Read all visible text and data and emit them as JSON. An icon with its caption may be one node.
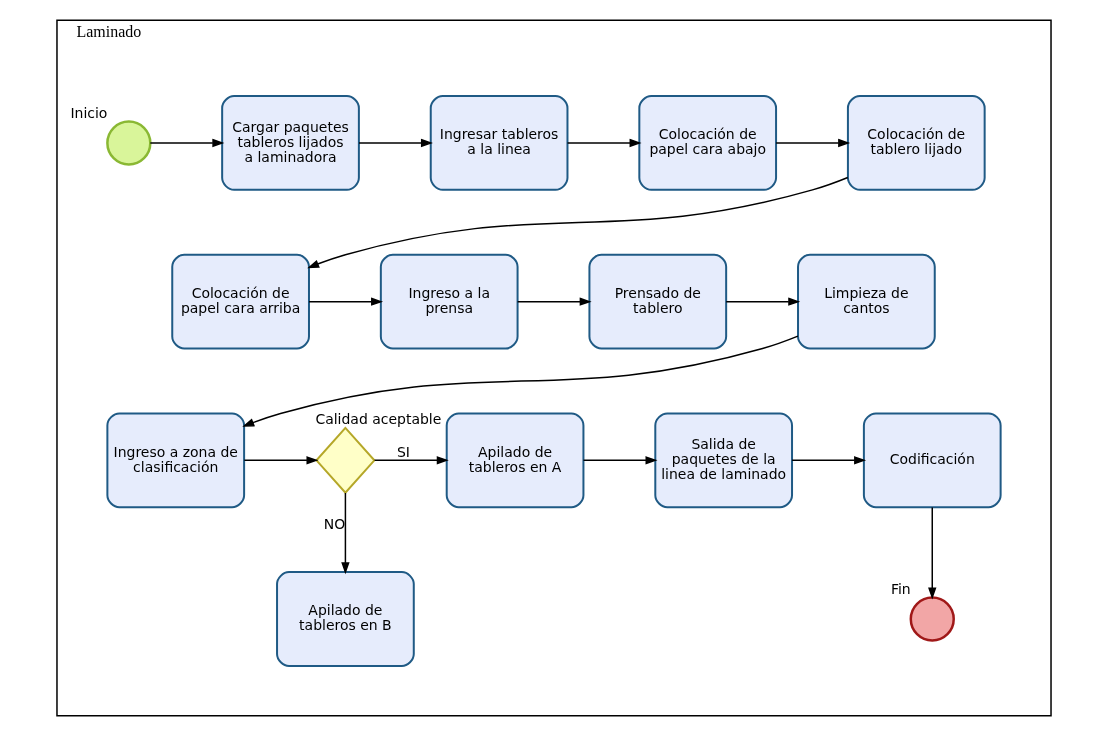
{
  "diagram": {
    "nodes": [
      {
        "text": [
          "Laminado"
        ]
      },
      {
        "text": [],
        "shape": "circle",
        "beside": [
          "Inicio"
        ],
        "in": 0
      },
      {
        "text": [
          "Cargar paquetes tableros lijados a laminadora"
        ],
        "in": 0
      },
      {
        "text": [
          "Ingresar tableros a la linea"
        ],
        "in": 0
      },
      {
        "text": [
          "Colocación de papel cara abajo"
        ],
        "in": 0
      },
      {
        "text": [
          "Colocación de tablero lijado"
        ],
        "in": 0
      },
      {
        "text": [
          "Colocación de papel cara arriba"
        ],
        "in": 0
      },
      {
        "text": [
          "Ingreso a la prensa"
        ],
        "in": 0
      },
      {
        "text": [
          "Prensado de tablero"
        ],
        "in": 0
      },
      {
        "text": [
          "Limpieza de cantos"
        ],
        "in": 0
      },
      {
        "text": [
          "Ingreso a zona de clasificación"
        ],
        "in": 0
      },
      {
        "text": [],
        "shape": "diamond",
        "beside": [
          "Calidad aceptable"
        ],
        "in": 0
      },
      {
        "text": [
          "Apilado de tableros en A"
        ],
        "in": 0
      },
      {
        "text": [
          "Salida de paquetes de la linea de laminado"
        ],
        "in": 0
      },
      {
        "text": [
          "Codificación"
        ],
        "in": 0
      },
      {
        "text": [
          "Apilado de tableros en B"
        ],
        "in": 0
      },
      {
        "text": [],
        "shape": "circle",
        "beside": [
          "Fin"
        ],
        "in": 0
      }
    ],
    "edges": [
      {
        "from": 1,
        "to": 2,
        "arrow": "to"
      },
      {
        "from": 2,
        "to": 3,
        "arrow": "to"
      },
      {
        "from": 3,
        "to": 4,
        "arrow": "to"
      },
      {
        "from": 4,
        "to": 5,
        "arrow": "to"
      },
      {
        "from": 5,
        "to": 6,
        "arrow": "to"
      },
      {
        "from": 6,
        "to": 7,
        "arrow": "to"
      },
      {
        "from": 7,
        "to": 8,
        "arrow": "to"
      },
      {
        "from": 8,
        "to": 9,
        "arrow": "to"
      },
      {
        "from": 9,
        "to": 10,
        "arrow": "to"
      },
      {
        "from": 10,
        "to": 11,
        "arrow": "to"
      },
      {
        "from": 11,
        "to": 12,
        "arrow": "to",
        "label": "SI"
      },
      {
        "from": 11,
        "to": 15,
        "arrow": "to",
        "label": "NO"
      },
      {
        "from": 12,
        "to": 13,
        "arrow": "to"
      },
      {
        "from": 13,
        "to": 14,
        "arrow": "to"
      },
      {
        "from": 14,
        "to": 16,
        "arrow": "to"
      }
    ]
  }
}
